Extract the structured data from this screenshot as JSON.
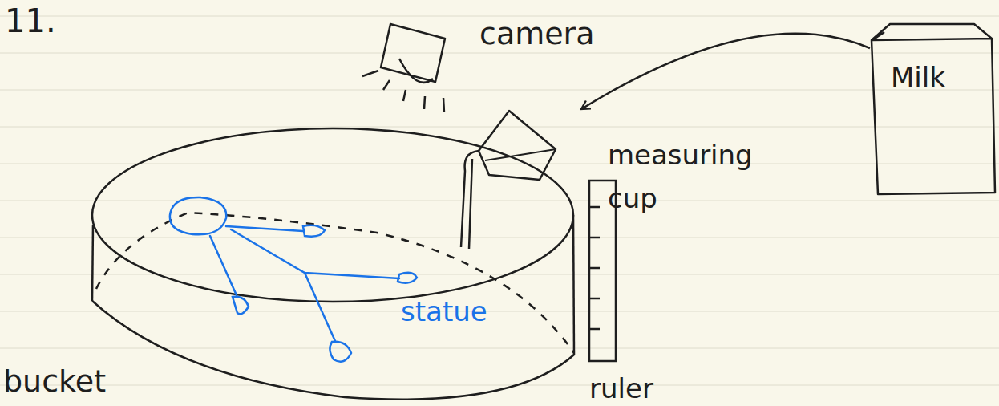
{
  "diagram": {
    "nodes": [
      {
        "text": [
          "measuring cup"
        ]
      },
      {
        "text": [
          "Milk"
        ]
      }
    ],
    "edges": [
      {
        "from": 1,
        "to": 0,
        "arrow": "to"
      }
    ],
    "labels": [
      "11.",
      "camera",
      "bucket",
      "statue",
      "ruler"
    ]
  }
}
